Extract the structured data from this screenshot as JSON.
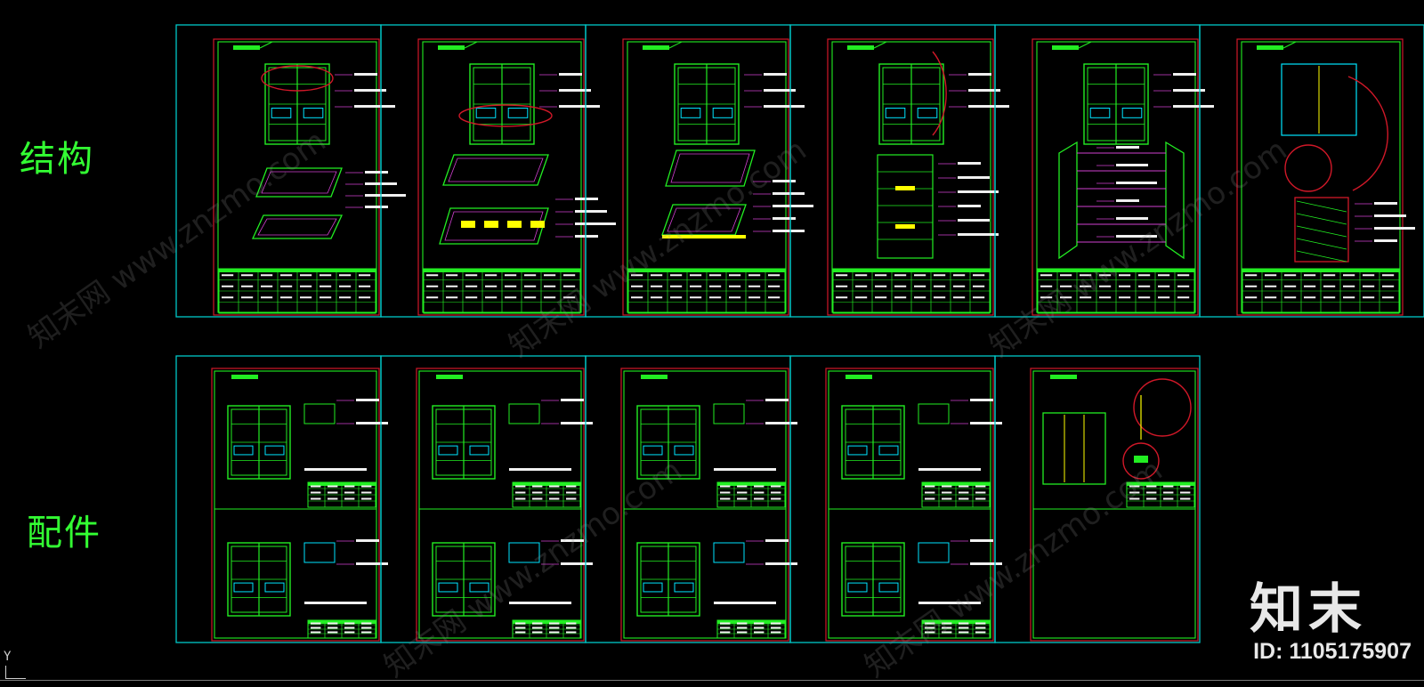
{
  "rows": {
    "structure_label": "结构",
    "parts_label": "配件"
  },
  "brand": {
    "logo_text": "知末",
    "id_text": "ID: 1105175907"
  },
  "watermark_text": "知末网 www.znzmo.com",
  "ucs_axis_label": "Y",
  "colors": {
    "background": "#000000",
    "sheet_border": "#00c8c8",
    "drawing_frame": "#d01828",
    "linework": "#22ee22",
    "detail_accent": "#00e5ff",
    "dimension": "#d040d0",
    "highlight": "#ffff00",
    "label_text": "#33ff33"
  },
  "sheets": {
    "top_row_count": 6,
    "bottom_row_count": 5
  }
}
